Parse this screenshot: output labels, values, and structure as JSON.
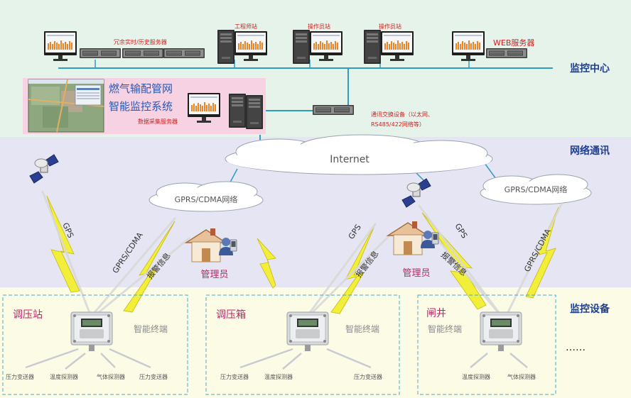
{
  "zones": {
    "center": "监控中心",
    "network": "网络通讯",
    "devices": "监控设备"
  },
  "monitoring_center": {
    "redundant_servers": "冗余实时/历史服务器",
    "engineer_station": "工程师站",
    "operator_station_1": "操作员站",
    "operator_station_2": "操作员站",
    "web_server": "WEB服务器",
    "system_title_line1": "燃气输配管网",
    "system_title_line2": "智能监控系统",
    "data_server": "数据采集服务器",
    "comm_device_line1": "通讯交换设备（以太网、",
    "comm_device_line2": "RS485/422网络等）"
  },
  "network": {
    "internet": "Internet",
    "gprs_left": "GPRS/CDMA网络",
    "gprs_right": "GPRS/CDMA网络",
    "admin_left": "管理员",
    "admin_right": "管理员",
    "gps_1": "GPS",
    "gps_2": "GPS",
    "gps_3": "GPS",
    "gprs_cdma_1": "GPRS/CDMA",
    "gprs_cdma_2": "GPRS/CDMA",
    "alarm_1": "报警信息",
    "alarm_2": "报警信息",
    "alarm_3": "报警信息"
  },
  "devices": {
    "station_1": {
      "title": "调压站",
      "terminal": "智能终端",
      "sensors": [
        "压力变送器",
        "温度探测器",
        "气体探测器",
        "压力变送器"
      ]
    },
    "station_2": {
      "title": "调压箱",
      "terminal": "智能终端",
      "sensors": [
        "压力变送器",
        "温度探测器",
        "压力变送器"
      ]
    },
    "station_3": {
      "title": "闸井",
      "terminal": "智能终端",
      "sensors": [
        "温度探测器",
        "气体探测器"
      ]
    },
    "ellipsis": "……"
  },
  "colors": {
    "center_bg": "#e6f3ea",
    "network_bg": "#e5e5f3",
    "devices_bg": "#fbfbe6",
    "pink_panel": "#f6d2e2",
    "zone_label": "#1f3f8f",
    "bus_line": "#2f9cc2",
    "red_text": "#d01f1f",
    "lightning": "#f2ef3a"
  }
}
